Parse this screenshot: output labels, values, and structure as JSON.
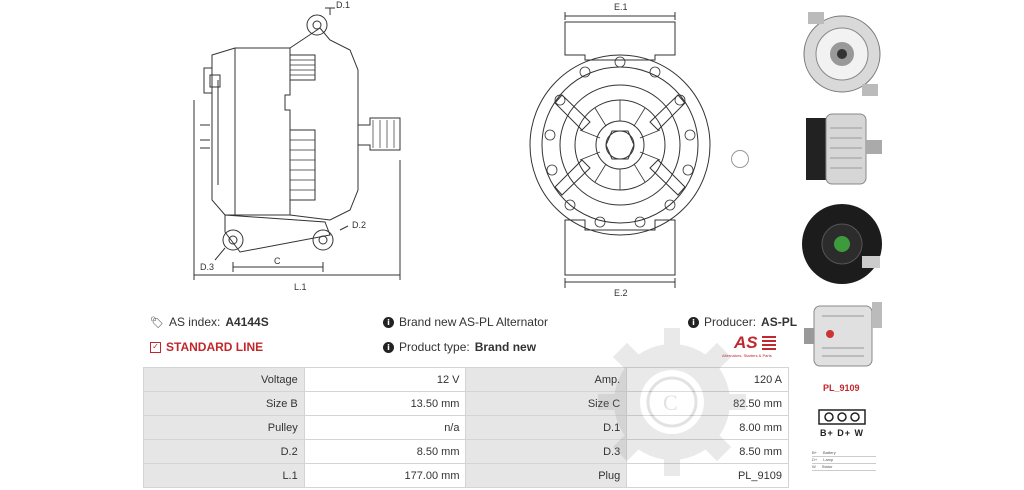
{
  "drawings": {
    "side_labels": {
      "d1": "D.1",
      "d2": "D.2",
      "d3": "D.3",
      "c": "C",
      "l1": "L.1"
    },
    "front_labels": {
      "e1": "E.1",
      "e2": "E.2"
    }
  },
  "info": {
    "as_index_label": "AS index:",
    "as_index_value": "A4144S",
    "standard_line": "STANDARD LINE",
    "brand_text": "Brand new AS-PL Alternator",
    "product_type_label": "Product type:",
    "product_type_value": "Brand new",
    "producer_label": "Producer:",
    "producer_value": "AS-PL",
    "logo_text": "AS",
    "logo_sub": "Alternators, Starters & Parts"
  },
  "specs": [
    {
      "k1": "Voltage",
      "v1": "12 V",
      "k2": "Amp.",
      "v2": "120 A"
    },
    {
      "k1": "Size B",
      "v1": "13.50 mm",
      "k2": "Size C",
      "v2": "82.50 mm"
    },
    {
      "k1": "Pulley",
      "v1": "n/a",
      "k2": "D.1",
      "v2": "8.00 mm"
    },
    {
      "k1": "D.2",
      "v1": "8.50 mm",
      "k2": "D.3",
      "v2": "8.50 mm"
    },
    {
      "k1": "L.1",
      "v1": "177.00 mm",
      "k2": "Plug",
      "v2": "PL_9109"
    }
  ],
  "plug": {
    "label": "PL_9109",
    "terminals": "B+ D+ W",
    "legend": [
      {
        "code": "B+",
        "desc": "Battery"
      },
      {
        "code": "D+",
        "desc": "Lamp"
      },
      {
        "code": "W",
        "desc": "Stator"
      }
    ]
  },
  "colors": {
    "accent_red": "#c0282d",
    "header_gray": "#e6e6e6",
    "line": "#333333"
  },
  "icons": [
    "tag-icon",
    "checkbox-icon",
    "info-icon",
    "watermark-gear"
  ]
}
